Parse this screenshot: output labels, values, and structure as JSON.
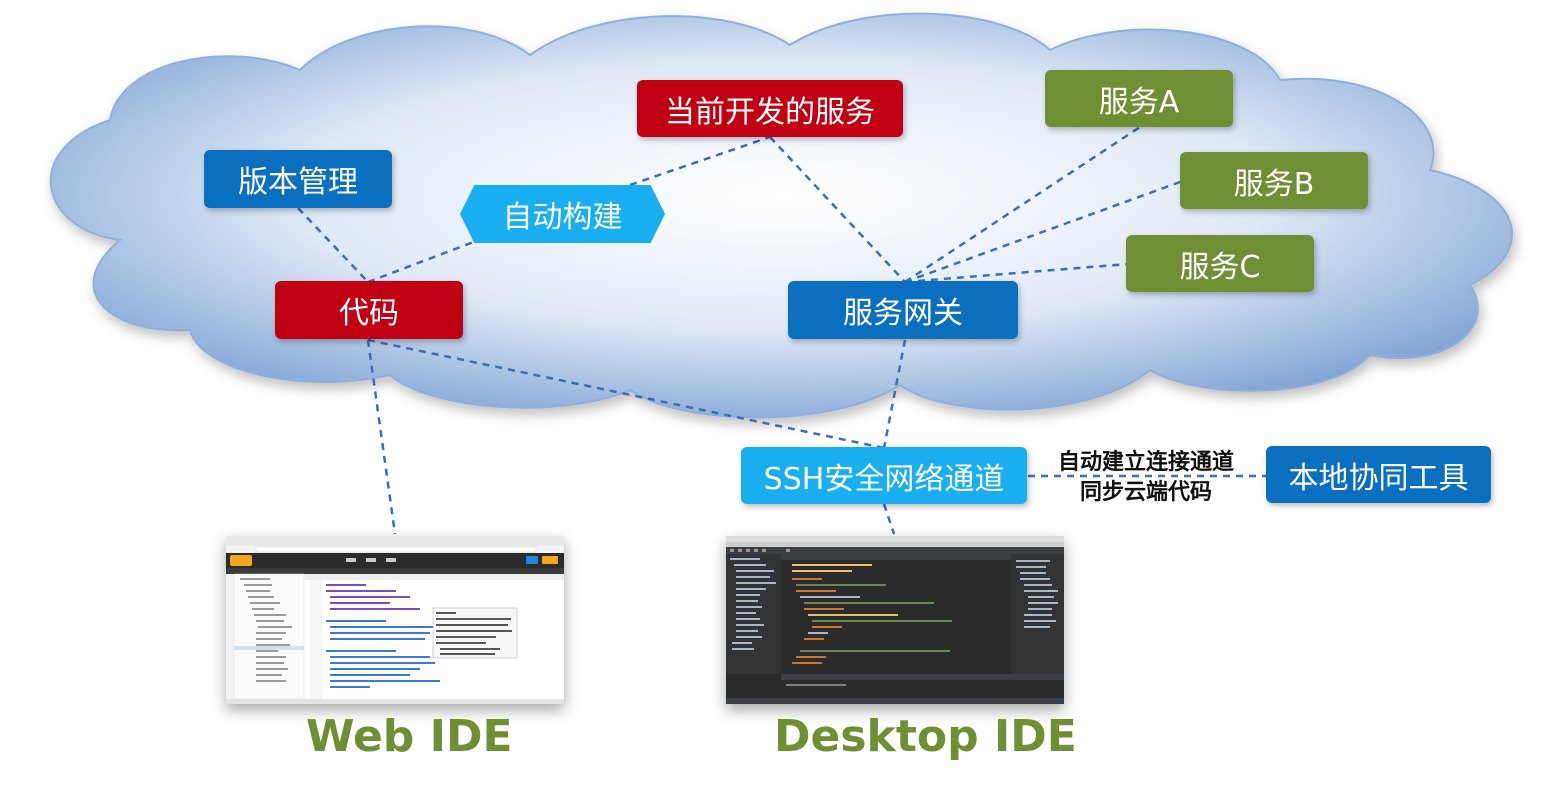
{
  "nodes": {
    "version_control": "版本管理",
    "current_service": "当前开发的服务",
    "auto_build": "自动构建",
    "code": "代码",
    "service_a": "服务A",
    "service_b": "服务B",
    "service_c": "服务C",
    "gateway": "服务网关",
    "ssh_tunnel": "SSH安全网络通道",
    "local_tools": "本地协同工具"
  },
  "tunnel_note": {
    "line1": "自动建立连接通道",
    "line2": "同步云端代码"
  },
  "captions": {
    "web_ide": "Web IDE",
    "desktop_ide": "Desktop IDE"
  },
  "colors": {
    "blue": "#0b6fc0",
    "red": "#c00012",
    "green": "#6f8f35",
    "cyan": "#18aef0",
    "cloud": "#a9c4e6",
    "dash": "#3a6fb5"
  },
  "icons": {
    "web_ide_screenshot": "web-ide-screenshot",
    "desktop_ide_screenshot": "desktop-ide-screenshot"
  }
}
